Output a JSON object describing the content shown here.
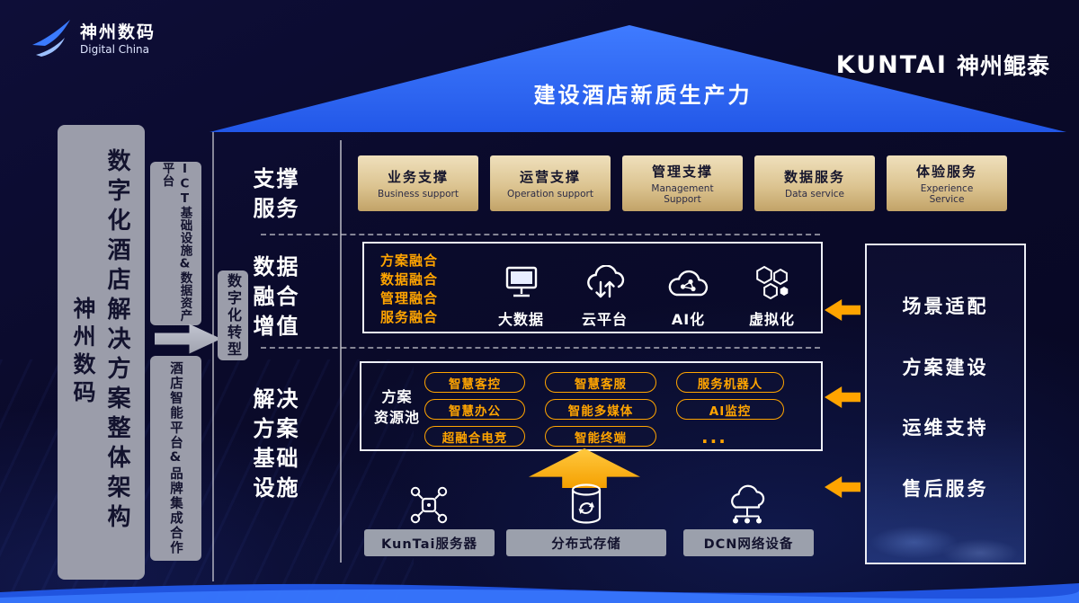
{
  "header": {
    "digital_china": {
      "cn": "神州数码",
      "en": "Digital China"
    },
    "kuntai": {
      "brand": "KUNTAI",
      "cn": "神州鲲泰"
    }
  },
  "roof_title": "建设酒店新质生产力",
  "left_panel": {
    "company": "神州数码",
    "title": "数字化酒店解决方案整体架构"
  },
  "pillars": {
    "ict": "ICT基础设施&数据资产平台",
    "hotel": "酒店智能平台&品牌集成合作",
    "transform": "数字化转型"
  },
  "support": {
    "label": "支撑\n服务",
    "items": [
      {
        "cn": "业务支撑",
        "en": "Business support"
      },
      {
        "cn": "运营支撑",
        "en": "Operation support"
      },
      {
        "cn": "管理支撑",
        "en": "Management\nSupport"
      },
      {
        "cn": "数据服务",
        "en": "Data service"
      },
      {
        "cn": "体验服务",
        "en": "Experience\nService"
      }
    ]
  },
  "fusion": {
    "label": "数据\n融合\n增值",
    "list": [
      "方案融合",
      "数据融合",
      "管理融合",
      "服务融合"
    ],
    "tech": [
      {
        "label": "大数据",
        "icon": "big-data-monitor-icon"
      },
      {
        "label": "云平台",
        "icon": "cloud-platform-icon"
      },
      {
        "label": "AI化",
        "icon": "ai-cloud-icon"
      },
      {
        "label": "虚拟化",
        "icon": "virtualization-hexagons-icon"
      }
    ]
  },
  "infra": {
    "label": "解决\n方案\n基础\n设施",
    "pool_label": "方案\n资源池",
    "pills": [
      "智慧客控",
      "智慧客服",
      "服务机器人",
      "智慧办公",
      "智能多媒体",
      "AI监控",
      "超融合电竞",
      "智能终端",
      "..."
    ],
    "hardware": [
      {
        "label": "KunTai服务器",
        "icon": "server-icon"
      },
      {
        "label": "分布式存储",
        "icon": "distributed-storage-icon"
      },
      {
        "label": "DCN网络设备",
        "icon": "network-device-icon"
      }
    ]
  },
  "right_panel": {
    "items": [
      "场景适配",
      "方案建设",
      "运维支持",
      "售后服务"
    ]
  },
  "colors": {
    "roof_blue": "#2e6cf5",
    "accent_orange": "#ffa400",
    "panel_gray": "#9b9daa",
    "support_tan": "#dcc491",
    "background_navy": "#0a0a2a"
  }
}
